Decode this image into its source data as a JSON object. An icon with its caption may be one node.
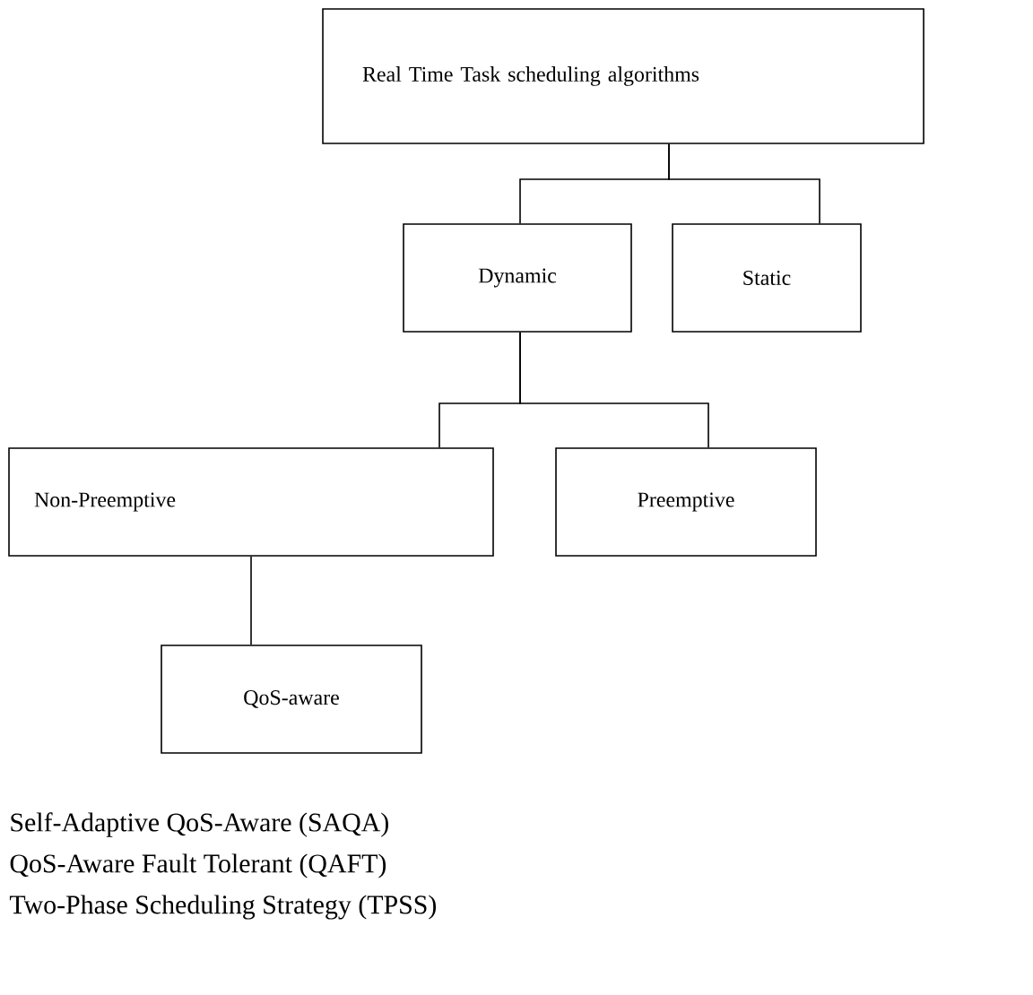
{
  "diagram": {
    "nodes": [
      {
        "text": [
          "Real Time Task scheduling algorithms"
        ]
      },
      {
        "text": [
          "Dynamic"
        ]
      },
      {
        "text": [
          "Static"
        ]
      },
      {
        "text": [
          "Non-Preemptive"
        ]
      },
      {
        "text": [
          "Preemptive"
        ]
      },
      {
        "text": [
          "QoS-aware"
        ]
      }
    ],
    "edges": [
      {
        "from": 0,
        "to": 1,
        "arrow": "none"
      },
      {
        "from": 0,
        "to": 2,
        "arrow": "none"
      },
      {
        "from": 1,
        "to": 3,
        "arrow": "none"
      },
      {
        "from": 1,
        "to": 4,
        "arrow": "none"
      },
      {
        "from": 3,
        "to": 5,
        "arrow": "none"
      }
    ],
    "labels": [
      "Self-Adaptive QoS-Aware (SAQA)",
      "QoS-Aware Fault Tolerant (QAFT)",
      "Two-Phase Scheduling Strategy (TPSS)"
    ]
  }
}
